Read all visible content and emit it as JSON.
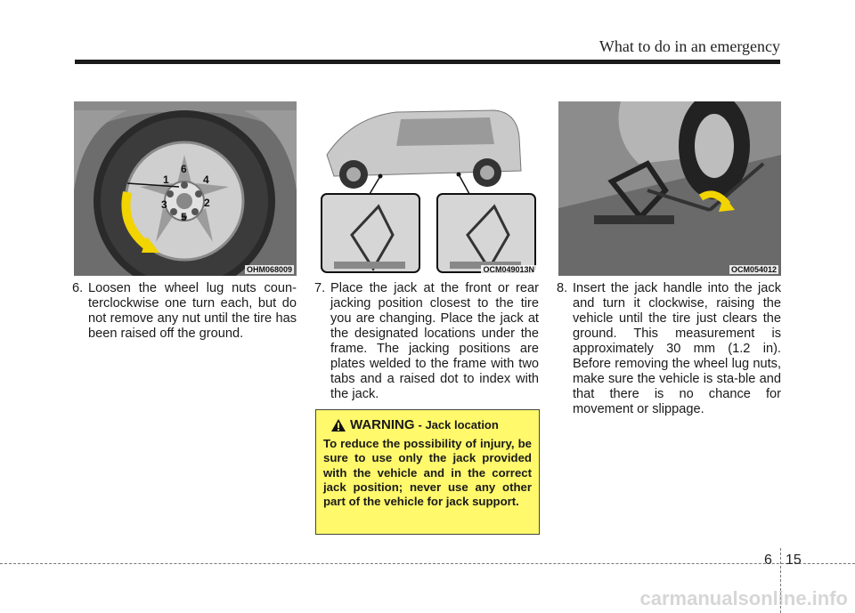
{
  "header": {
    "title": "What to do in an emergency"
  },
  "figures": [
    {
      "code": "OHM068009",
      "lug_labels": [
        "1",
        "2",
        "3",
        "4",
        "5",
        "6"
      ]
    },
    {
      "code": "OCM049013N"
    },
    {
      "code": "OCM054012"
    }
  ],
  "steps": [
    {
      "number": "6.",
      "text": "Loosen the wheel lug nuts coun-terclockwise one turn each, but do not remove any nut until the tire has been raised off the ground."
    },
    {
      "number": "7.",
      "text": "Place the jack at the front or rear jacking position closest to the tire you are changing. Place the jack at the designated locations under the frame. The jacking positions are plates welded to the frame with two tabs and a raised dot to index with the jack."
    },
    {
      "number": "8.",
      "text": "Insert the jack handle into the jack and turn it clockwise, raising the vehicle until the tire just clears the ground. This measurement is approximately 30 mm (1.2 in). Before removing the wheel lug nuts, make sure the vehicle is sta-ble and that there is no chance for movement or slippage."
    }
  ],
  "warning": {
    "title": "WARNING",
    "subtitle": "- Jack location",
    "body": "To reduce the possibility of injury, be sure to use only the jack provided with the vehicle and in the correct jack position; never use any other part of the vehicle for jack support."
  },
  "footer": {
    "chapter": "6",
    "page": "15",
    "watermark": "carmanualsonline.info"
  },
  "colors": {
    "warning_bg": "#fff96b",
    "arrow": "#f2d400",
    "text": "#1a1a1a"
  }
}
